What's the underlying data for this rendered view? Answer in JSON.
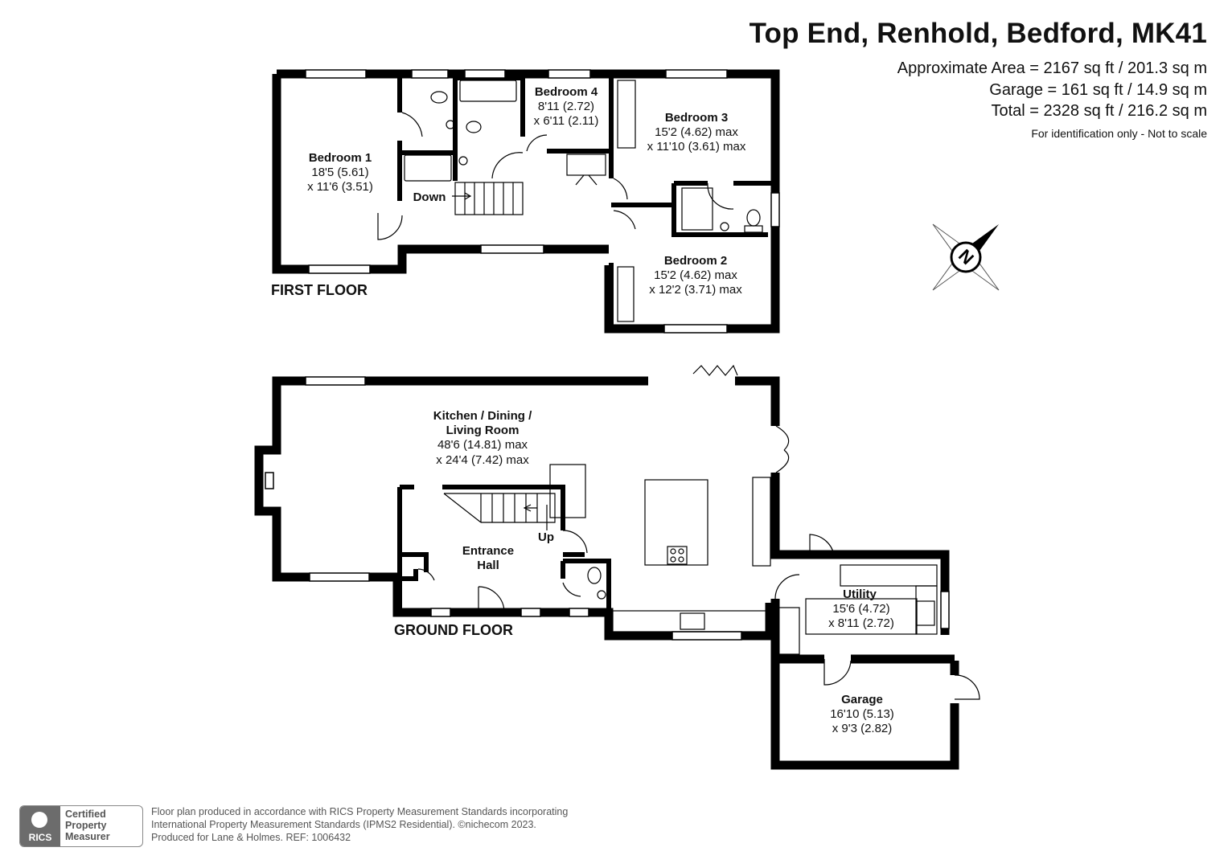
{
  "header": {
    "title": "Top End, Renhold, Bedford, MK41",
    "approx_area": "Approximate Area = 2167 sq ft / 201.3 sq m",
    "garage_area": "Garage = 161 sq ft / 14.9 sq m",
    "total_area": "Total = 2328 sq ft / 216.2 sq m",
    "note": "For identification only - Not to scale"
  },
  "floors": {
    "first": "FIRST FLOOR",
    "ground": "GROUND FLOOR"
  },
  "rooms": {
    "bedroom1": {
      "name": "Bedroom 1",
      "dim1": "18'5 (5.61)",
      "dim2": "x 11'6 (3.51)"
    },
    "bedroom4": {
      "name": "Bedroom 4",
      "dim1": "8'11 (2.72)",
      "dim2": "x 6'11 (2.11)"
    },
    "bedroom3": {
      "name": "Bedroom 3",
      "dim1": "15'2 (4.62) max",
      "dim2": "x 11'10 (3.61) max"
    },
    "bedroom2": {
      "name": "Bedroom 2",
      "dim1": "15'2 (4.62) max",
      "dim2": "x 12'2 (3.71) max"
    },
    "kitchen": {
      "name1": "Kitchen / Dining /",
      "name2": "Living Room",
      "dim1": "48'6 (14.81) max",
      "dim2": "x 24'4 (7.42) max"
    },
    "hall": {
      "name1": "Entrance",
      "name2": "Hall"
    },
    "utility": {
      "name": "Utility",
      "dim1": "15'6 (4.72)",
      "dim2": "x 8'11 (2.72)"
    },
    "garage": {
      "name": "Garage",
      "dim1": "16'10 (5.13)",
      "dim2": "x 9'3 (2.82)"
    }
  },
  "stairs": {
    "down": "Down",
    "up": "Up"
  },
  "compass": {
    "letter": "N"
  },
  "footer": {
    "badge_logo": "RICS",
    "badge_line1": "Certified",
    "badge_line2": "Property",
    "badge_line3": "Measurer",
    "line1": "Floor plan produced in accordance with RICS Property Measurement Standards incorporating",
    "line2": "International Property Measurement Standards (IPMS2 Residential).  ©nichecom 2023.",
    "line3": "Produced for Lane & Holmes.   REF:  1006432"
  },
  "colors": {
    "wall": "#000000",
    "background": "#ffffff",
    "footer_text": "#555555"
  }
}
